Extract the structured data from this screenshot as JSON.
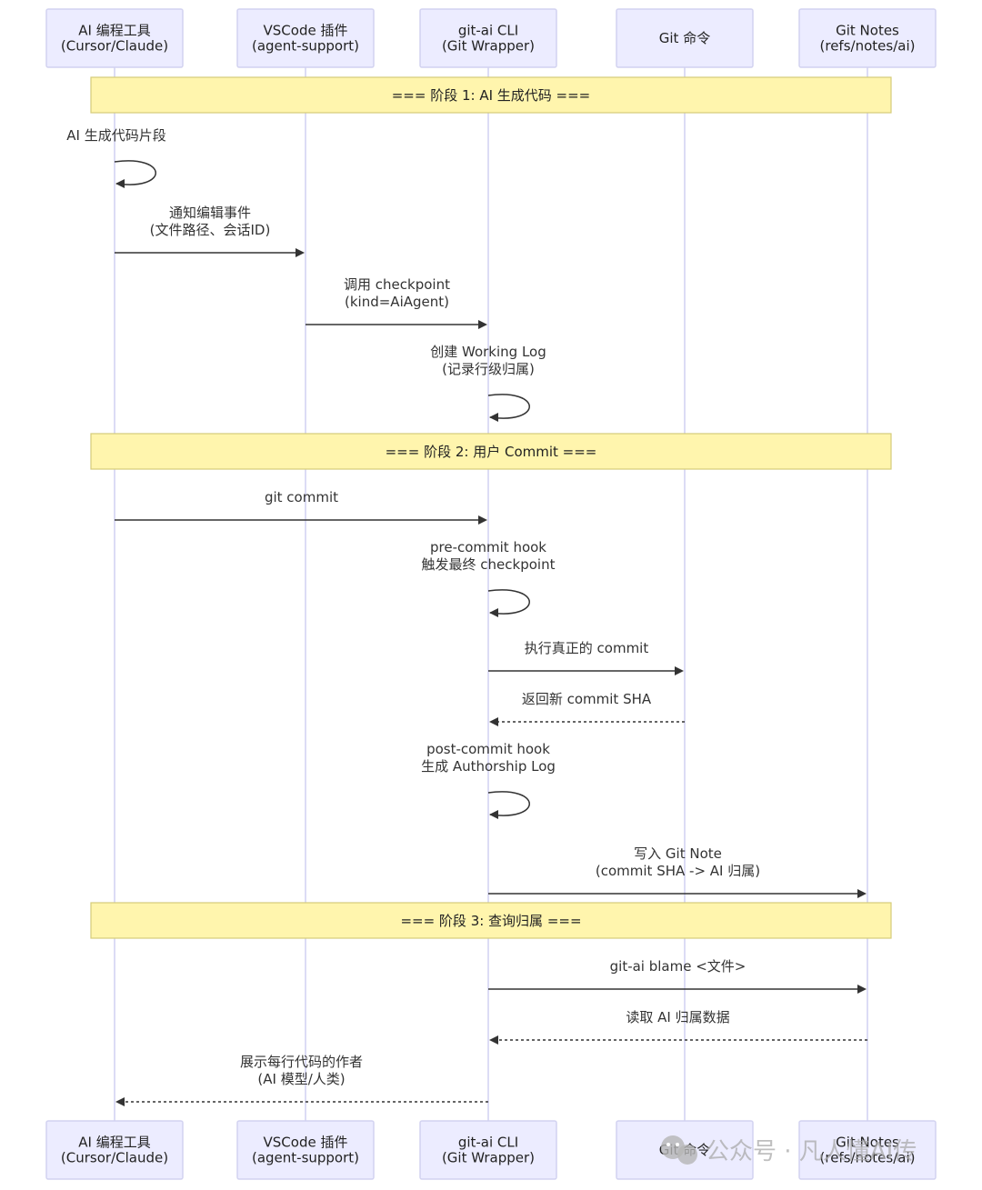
{
  "participants": [
    {
      "id": "ai",
      "lines": [
        "AI 编程工具",
        "(Cursor/Claude)"
      ]
    },
    {
      "id": "vscode",
      "lines": [
        "VSCode 插件",
        "(agent-support)"
      ]
    },
    {
      "id": "cli",
      "lines": [
        "git-ai CLI",
        "(Git Wrapper)"
      ]
    },
    {
      "id": "git",
      "lines": [
        "Git 命令"
      ]
    },
    {
      "id": "notes",
      "lines": [
        "Git Notes",
        "(refs/notes/ai)"
      ]
    }
  ],
  "phases": [
    {
      "label": "=== 阶段 1: AI 生成代码 ==="
    },
    {
      "label": "=== 阶段 2: 用户 Commit ==="
    },
    {
      "label": "=== 阶段 3: 查询归属 ==="
    }
  ],
  "messages": [
    {
      "from": "ai",
      "to": "ai",
      "lines": [
        "AI 生成代码片段"
      ],
      "dashed": false
    },
    {
      "from": "ai",
      "to": "vscode",
      "lines": [
        "通知编辑事件",
        "(文件路径、会话ID)"
      ],
      "dashed": false
    },
    {
      "from": "vscode",
      "to": "cli",
      "lines": [
        "调用 checkpoint",
        "(kind=AiAgent)"
      ],
      "dashed": false
    },
    {
      "from": "cli",
      "to": "cli",
      "lines": [
        "创建 Working Log",
        "(记录行级归属)"
      ],
      "dashed": false
    },
    {
      "from": "ai",
      "to": "cli",
      "lines": [
        "git commit"
      ],
      "dashed": false
    },
    {
      "from": "cli",
      "to": "cli",
      "lines": [
        "pre-commit hook",
        "触发最终 checkpoint"
      ],
      "dashed": false
    },
    {
      "from": "cli",
      "to": "git",
      "lines": [
        "执行真正的 commit"
      ],
      "dashed": false
    },
    {
      "from": "git",
      "to": "cli",
      "lines": [
        "返回新 commit SHA"
      ],
      "dashed": true
    },
    {
      "from": "cli",
      "to": "cli",
      "lines": [
        "post-commit hook",
        "生成 Authorship Log"
      ],
      "dashed": false
    },
    {
      "from": "cli",
      "to": "notes",
      "lines": [
        "写入 Git Note",
        "(commit SHA -> AI 归属)"
      ],
      "dashed": false
    },
    {
      "from": "cli",
      "to": "notes",
      "lines": [
        "git-ai blame <文件>"
      ],
      "dashed": false
    },
    {
      "from": "notes",
      "to": "cli",
      "lines": [
        "读取 AI 归属数据"
      ],
      "dashed": true
    },
    {
      "from": "cli",
      "to": "ai",
      "lines": [
        "展示每行代码的作者",
        "(AI 模型/人类)"
      ],
      "dashed": true
    }
  ],
  "watermark": {
    "text": "公众号 · 凡人懂AI传"
  },
  "colors": {
    "actor_fill": "#ececff",
    "note_fill": "#fff5ad",
    "line": "#333333"
  }
}
